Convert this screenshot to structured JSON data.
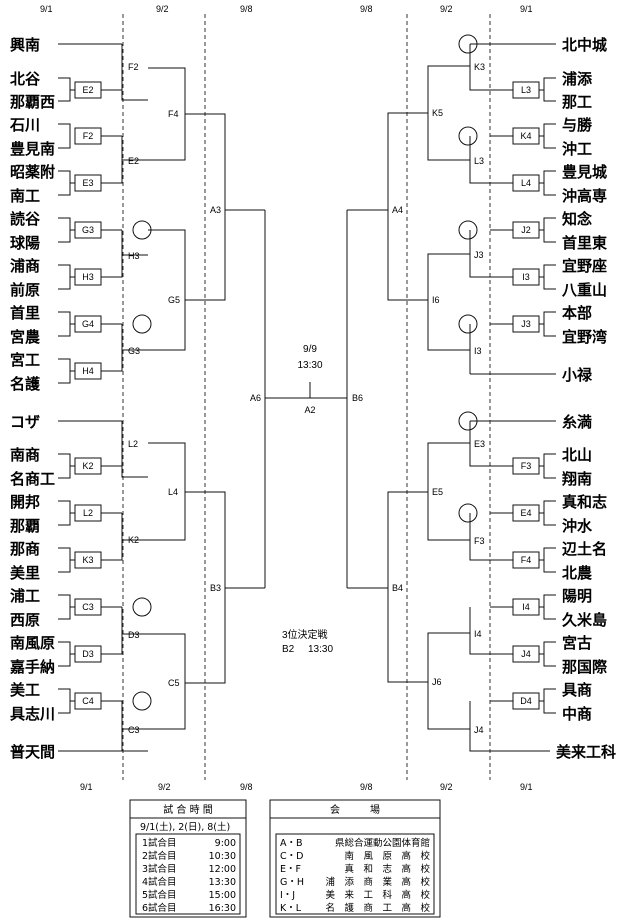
{
  "dates_top": [
    "9/1",
    "9/2",
    "9/8",
    "9/8",
    "9/2",
    "9/1"
  ],
  "dates_bottom": [
    "9/1",
    "9/2",
    "9/8",
    "9/8",
    "9/2",
    "9/1"
  ],
  "left_teams": [
    "興南",
    "北谷",
    "那覇西",
    "石川",
    "豊見南",
    "昭薬附",
    "南工",
    "読谷",
    "球陽",
    "浦商",
    "前原",
    "首里",
    "宮農",
    "宮工",
    "名護",
    "コザ",
    "南商",
    "名商工",
    "開邦",
    "那覇",
    "那商",
    "美里",
    "浦工",
    "西原",
    "南風原",
    "嘉手納",
    "美工",
    "具志川",
    "普天間"
  ],
  "right_teams": [
    "北中城",
    "浦添",
    "那工",
    "与勝",
    "沖工",
    "豊見城",
    "沖高専",
    "知念",
    "首里東",
    "宜野座",
    "八重山",
    "本部",
    "宜野湾",
    "小禄",
    "糸満",
    "北山",
    "翔南",
    "真和志",
    "沖水",
    "辺土名",
    "北農",
    "陽明",
    "久米島",
    "宮古",
    "那国際",
    "具商",
    "中商",
    "美来工科"
  ],
  "left_r1": [
    "E2",
    "F2",
    "E3",
    "G3",
    "H3",
    "G4",
    "H4",
    "K2",
    "L2",
    "K3",
    "C3",
    "D3",
    "C4"
  ],
  "left_r2": [
    "F2",
    "E2",
    "H3",
    "G3",
    "L2",
    "K2",
    "D3",
    "C3"
  ],
  "left_r3": [
    "F4",
    "G5",
    "L4",
    "C5"
  ],
  "left_r4": [
    "A3",
    "B3"
  ],
  "left_sf": "A6",
  "right_r1": [
    "L3",
    "K4",
    "L4",
    "J2",
    "I3",
    "J3",
    "F3",
    "E4",
    "F4",
    "I4",
    "J4",
    "D4"
  ],
  "right_r2": [
    "K3",
    "L3",
    "J3",
    "I3",
    "E3",
    "F3",
    "I4",
    "J4"
  ],
  "right_r3": [
    "K5",
    "I6",
    "E5",
    "J6"
  ],
  "right_r4": [
    "A4",
    "B4"
  ],
  "right_sf": "B6",
  "final": {
    "date": "9/9",
    "time": "13:30",
    "code": "A2"
  },
  "third_place": {
    "label": "3位決定戦",
    "code": "B2",
    "time": "13:30"
  },
  "schedule": {
    "title": "試 合 時 間",
    "dates": "9/1(土), 2(日), 8(土)",
    "rows": [
      [
        "1試合目",
        "9:00"
      ],
      [
        "2試合目",
        "10:30"
      ],
      [
        "3試合目",
        "12:00"
      ],
      [
        "4試合目",
        "13:30"
      ],
      [
        "5試合目",
        "15:00"
      ],
      [
        "6試合目",
        "16:30"
      ]
    ]
  },
  "venues": {
    "title": "会　　　場",
    "rows": [
      [
        "A・B",
        "県総合運動公園体育館"
      ],
      [
        "C・D",
        "南　風　原　高　校"
      ],
      [
        "E・F",
        "真　和　志　高　校"
      ],
      [
        "G・H",
        "浦　添　商　業　高　校"
      ],
      [
        "I・J",
        "美　来　工　科　高　校"
      ],
      [
        "K・L",
        "名　護　商　工　高　校"
      ]
    ]
  }
}
